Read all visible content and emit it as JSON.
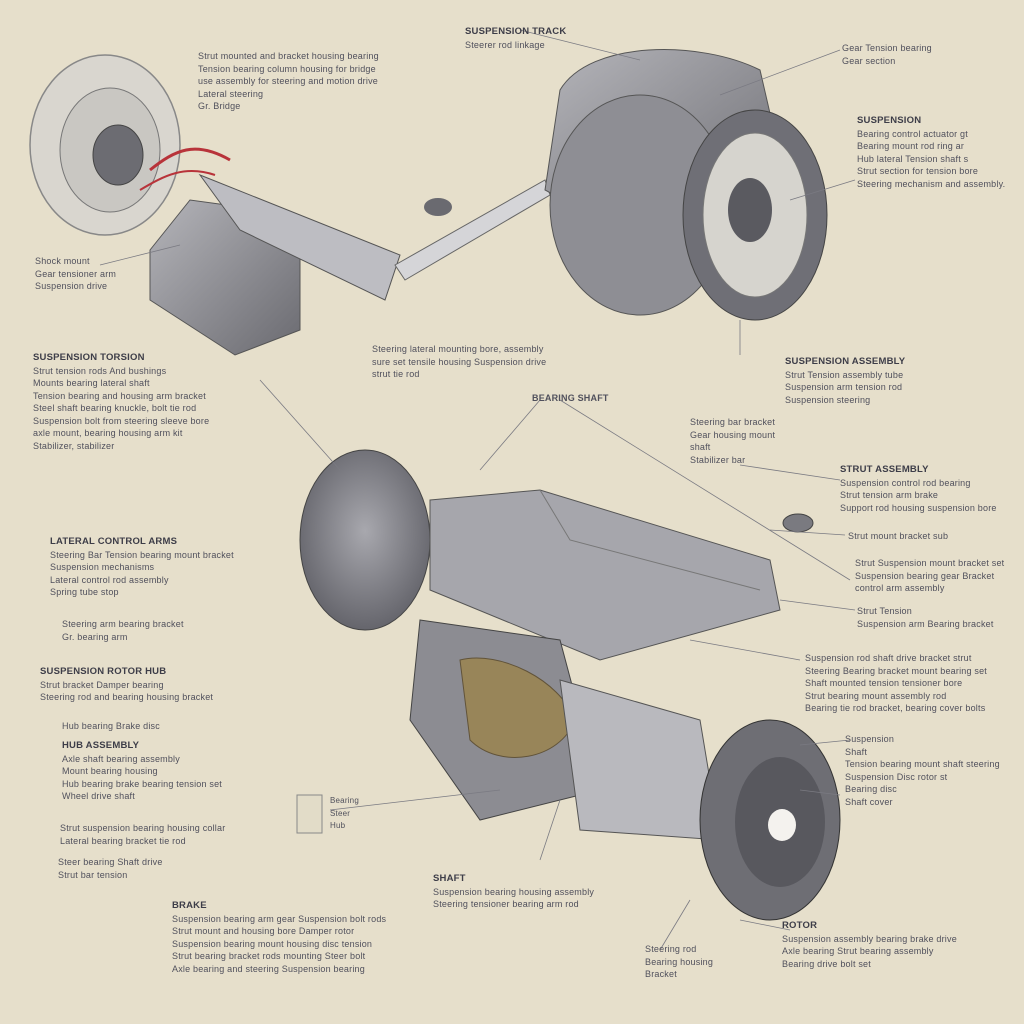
{
  "colors": {
    "background": "#e6dfcb",
    "part_gray": "#8a8a90",
    "line": "#707078",
    "accent_red": "#b8333a",
    "accent_brass": "#9b8450"
  },
  "labels": [
    {
      "id": "top-center",
      "heading": "SUSPENSION TRACK",
      "lines": [
        "Steerer rod linkage"
      ]
    },
    {
      "id": "top-left",
      "heading": "",
      "lines": [
        "Strut mounted and bracket housing bearing",
        "Tension bearing column housing for bridge",
        "use assembly for steering and motion drive",
        "Lateral steering",
        "Gr. Bridge"
      ]
    },
    {
      "id": "top-right",
      "heading": "",
      "lines": [
        "Gear Tension bearing",
        "Gear section"
      ]
    },
    {
      "id": "right-1",
      "heading": "SUSPENSION",
      "lines": [
        "Bearing control actuator gt",
        "Bearing mount rod ring ar",
        "Hub lateral Tension shaft s",
        "Strut section for tension bore",
        "Steering mechanism and assembly."
      ]
    },
    {
      "id": "left-1",
      "heading": "",
      "lines": [
        "Shock mount",
        "Gear tensioner arm",
        "Suspension drive"
      ]
    },
    {
      "id": "center-1",
      "heading": "",
      "lines": [
        "Steering lateral mounting bore, assembly",
        "sure set tensile housing Suspension drive",
        "strut tie rod"
      ]
    },
    {
      "id": "right-2",
      "heading": "SUSPENSION ASSEMBLY",
      "lines": [
        "Strut Tension assembly tube",
        "Suspension arm tension rod",
        "Suspension steering"
      ]
    },
    {
      "id": "left-2",
      "heading": "SUSPENSION TORSION",
      "lines": [
        "Strut tension rods And bushings",
        "Mounts bearing lateral shaft",
        "Tension bearing and housing arm bracket",
        "Steel shaft bearing knuckle, bolt tie rod",
        "Suspension bolt from steering sleeve bore",
        "axle mount, bearing housing arm kit",
        "Stabilizer, stabilizer"
      ]
    },
    {
      "id": "center-tag",
      "heading": "",
      "lines": [
        "BEARING SHAFT"
      ]
    },
    {
      "id": "right-3",
      "heading": "",
      "lines": [
        "Steering bar bracket",
        "Gear housing mount",
        "shaft",
        "Stabilizer bar"
      ]
    },
    {
      "id": "right-4",
      "heading": "STRUT ASSEMBLY",
      "lines": [
        "Suspension control rod bearing",
        "Strut tension arm brake",
        "Support rod housing suspension bore"
      ]
    },
    {
      "id": "right-5",
      "heading": "",
      "lines": [
        "Strut mount bracket sub"
      ]
    },
    {
      "id": "left-3",
      "heading": "LATERAL CONTROL ARMS",
      "lines": [
        "Steering Bar Tension bearing mount bracket",
        "Suspension mechanisms",
        "Lateral control rod assembly",
        "Spring tube stop"
      ]
    },
    {
      "id": "left-3b",
      "heading": "",
      "lines": [
        "Steering arm bearing bracket",
        "Gr. bearing arm"
      ]
    },
    {
      "id": "right-6",
      "heading": "",
      "lines": [
        "Strut Suspension mount bracket set",
        "Suspension bearing gear Bracket",
        "control arm assembly"
      ]
    },
    {
      "id": "right-7",
      "heading": "",
      "lines": [
        "Strut Tension",
        "Suspension arm Bearing bracket"
      ]
    },
    {
      "id": "left-4",
      "heading": "SUSPENSION ROTOR HUB",
      "lines": [
        "Strut bracket Damper bearing",
        "Steering rod and bearing housing bracket"
      ]
    },
    {
      "id": "left-5",
      "heading": "",
      "lines": [
        "Hub bearing Brake disc"
      ]
    },
    {
      "id": "left-6",
      "heading": "HUB ASSEMBLY",
      "lines": [
        "Axle shaft bearing assembly",
        "Mount bearing housing",
        "Hub bearing brake bearing tension set",
        "Wheel drive shaft"
      ]
    },
    {
      "id": "left-7",
      "heading": "",
      "lines": [
        "Strut suspension bearing housing collar",
        "Lateral bearing bracket tie rod"
      ]
    },
    {
      "id": "left-8",
      "heading": "",
      "lines": [
        "Steer bearing Shaft drive",
        "Strut bar tension"
      ]
    },
    {
      "id": "right-8",
      "heading": "",
      "lines": [
        "Suspension rod shaft drive bracket strut",
        "Steering Bearing bracket mount bearing set",
        "Shaft mounted tension tensioner bore",
        "Strut bearing mount assembly rod",
        "Bearing tie rod bracket, bearing cover bolts"
      ]
    },
    {
      "id": "right-9",
      "heading": "",
      "lines": [
        "Suspension",
        "Shaft",
        "Tension bearing mount shaft steering",
        "Suspension Disc rotor st",
        "Bearing disc",
        "Shaft cover"
      ]
    },
    {
      "id": "small-tag",
      "heading": "",
      "lines": [
        "Bearing",
        "Steer",
        "Hub"
      ]
    },
    {
      "id": "bottom-center",
      "heading": "SHAFT",
      "lines": [
        "Suspension bearing housing assembly",
        "Steering tensioner bearing arm rod"
      ]
    },
    {
      "id": "bottom-left",
      "heading": "BRAKE",
      "lines": [
        "Suspension bearing arm gear Suspension bolt rods",
        "Strut mount and housing bore Damper rotor",
        "Suspension bearing mount housing disc tension",
        "Strut bearing bracket rods mounting Steer bolt",
        "Axle bearing and steering Suspension bearing"
      ]
    },
    {
      "id": "bottom-mid",
      "heading": "",
      "lines": [
        "Steering rod",
        "Bearing housing",
        "Bracket"
      ]
    },
    {
      "id": "bottom-right",
      "heading": "ROTOR",
      "lines": [
        "Suspension assembly bearing brake drive",
        "Axle bearing Strut bearing assembly",
        "Bearing drive bolt set"
      ]
    }
  ]
}
